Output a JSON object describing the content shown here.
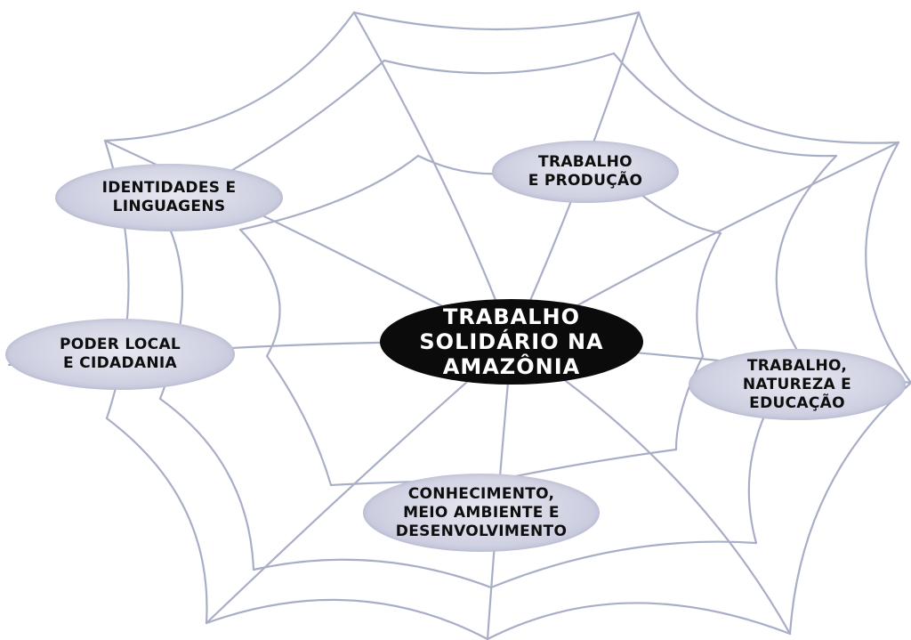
{
  "colors": {
    "web_line": "#a9aec7",
    "outer_node_fill": "#cfd1e2",
    "center_node_fill": "#0b0b0b",
    "outer_text": "#0e0e0e",
    "center_text": "#ffffff"
  },
  "center_node": {
    "label": "TRABALHO\nSOLIDÁRIO NA\nAMAZÔNIA"
  },
  "nodes": [
    {
      "id": "trabalho-producao",
      "label": "TRABALHO\nE PRODUÇÃO"
    },
    {
      "id": "identidades-linguagens",
      "label": "IDENTIDADES E\nLINGUAGENS"
    },
    {
      "id": "poder-local-cidadania",
      "label": "PODER LOCAL\nE CIDADANIA"
    },
    {
      "id": "trabalho-natureza-educacao",
      "label": "TRABALHO,\nNATUREZA E\nEDUCAÇÃO"
    },
    {
      "id": "conhecimento-meio-ambiente",
      "label": "CONHECIMENTO,\nMEIO AMBIENTE E\nDESENVOLVIMENTO"
    }
  ]
}
